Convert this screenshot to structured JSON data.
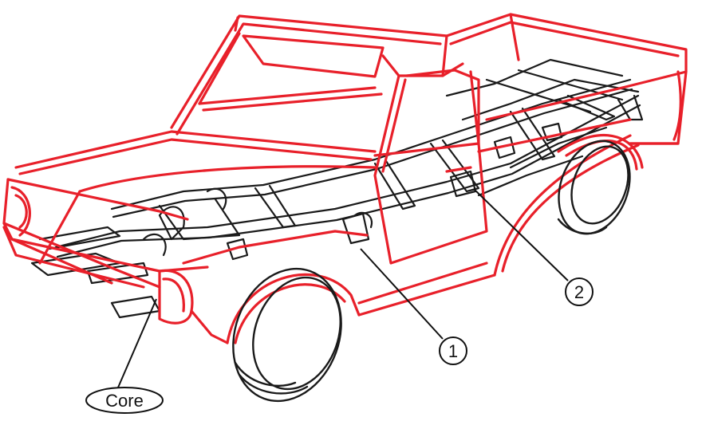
{
  "colors": {
    "body_outline": "#e8202a",
    "frame_outline": "#1a1a1a",
    "background": "#ffffff"
  },
  "callouts": {
    "core": {
      "label": "Core"
    },
    "part_1": {
      "label": "1"
    },
    "part_2": {
      "label": "2"
    }
  }
}
